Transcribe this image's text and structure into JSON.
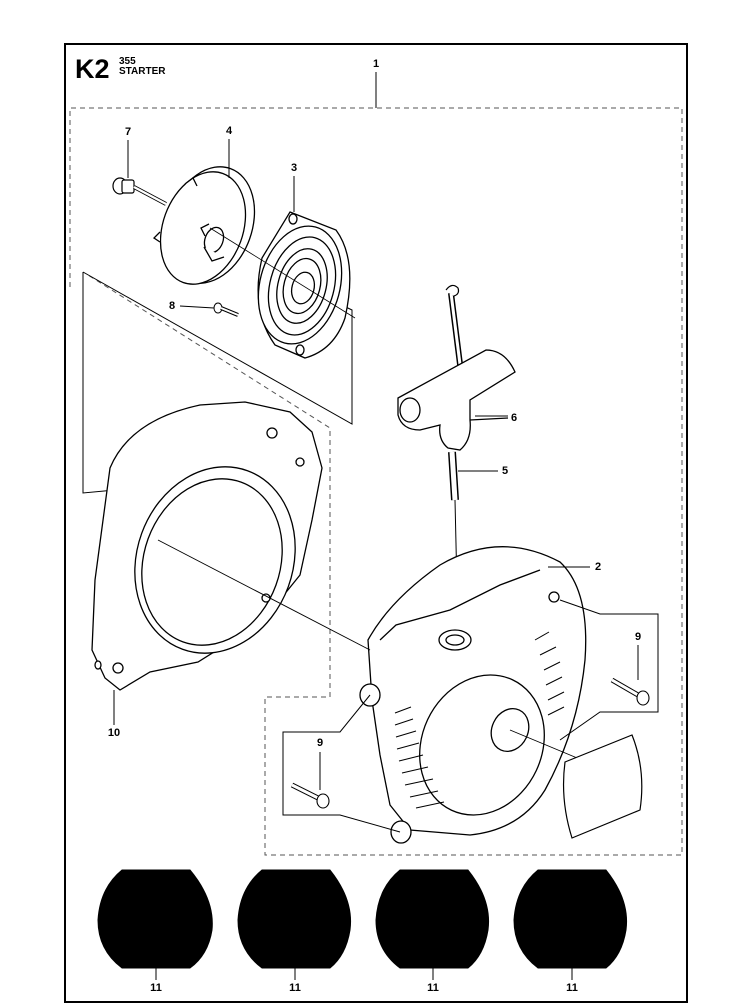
{
  "header": {
    "code": "K2",
    "model": "355",
    "title": "STARTER"
  },
  "callouts": {
    "assembly": "1",
    "housing": "2",
    "pulley_spring": "3",
    "pulley": "4",
    "rope": "5",
    "handle": "6",
    "pulley_screw": "7",
    "spring_screw": "8",
    "housing_screw_right": "9",
    "housing_screw_left": "9",
    "fan_cover": "10",
    "decal_1": "11",
    "decal_2": "11",
    "decal_3": "11",
    "decal_4": "11"
  }
}
